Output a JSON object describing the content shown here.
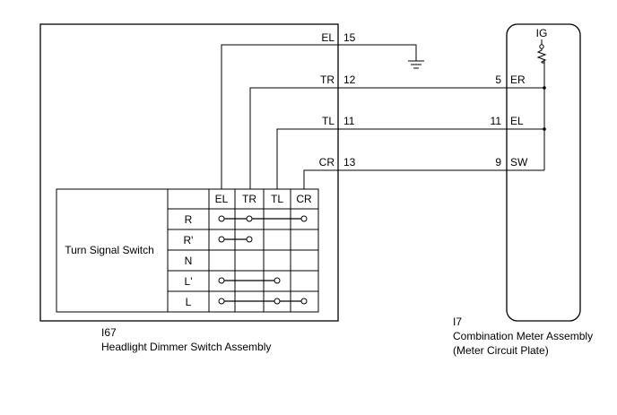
{
  "headlight_assembly": {
    "connector": "I67",
    "name": "Headlight Dimmer Switch Assembly",
    "pins": [
      {
        "label": "EL",
        "number": "15"
      },
      {
        "label": "TR",
        "number": "12"
      },
      {
        "label": "TL",
        "number": "11"
      },
      {
        "label": "CR",
        "number": "13"
      }
    ]
  },
  "combination_meter": {
    "connector": "I7",
    "name": "Combination Meter Assembly",
    "subtitle": "(Meter Circuit Plate)",
    "power_label": "IG",
    "pins": [
      {
        "number": "5",
        "label": "ER"
      },
      {
        "number": "11",
        "label": "EL"
      },
      {
        "number": "9",
        "label": "SW"
      }
    ]
  },
  "turn_signal_switch": {
    "title": "Turn Signal Switch",
    "columns": [
      "EL",
      "TR",
      "TL",
      "CR"
    ],
    "rows": [
      {
        "position": "R",
        "connects": [
          "EL",
          "TR",
          "CR"
        ]
      },
      {
        "position": "R'",
        "connects": [
          "EL",
          "TR"
        ]
      },
      {
        "position": "N",
        "connects": []
      },
      {
        "position": "L'",
        "connects": [
          "EL",
          "TL"
        ]
      },
      {
        "position": "L",
        "connects": [
          "EL",
          "TL",
          "CR"
        ]
      }
    ]
  }
}
